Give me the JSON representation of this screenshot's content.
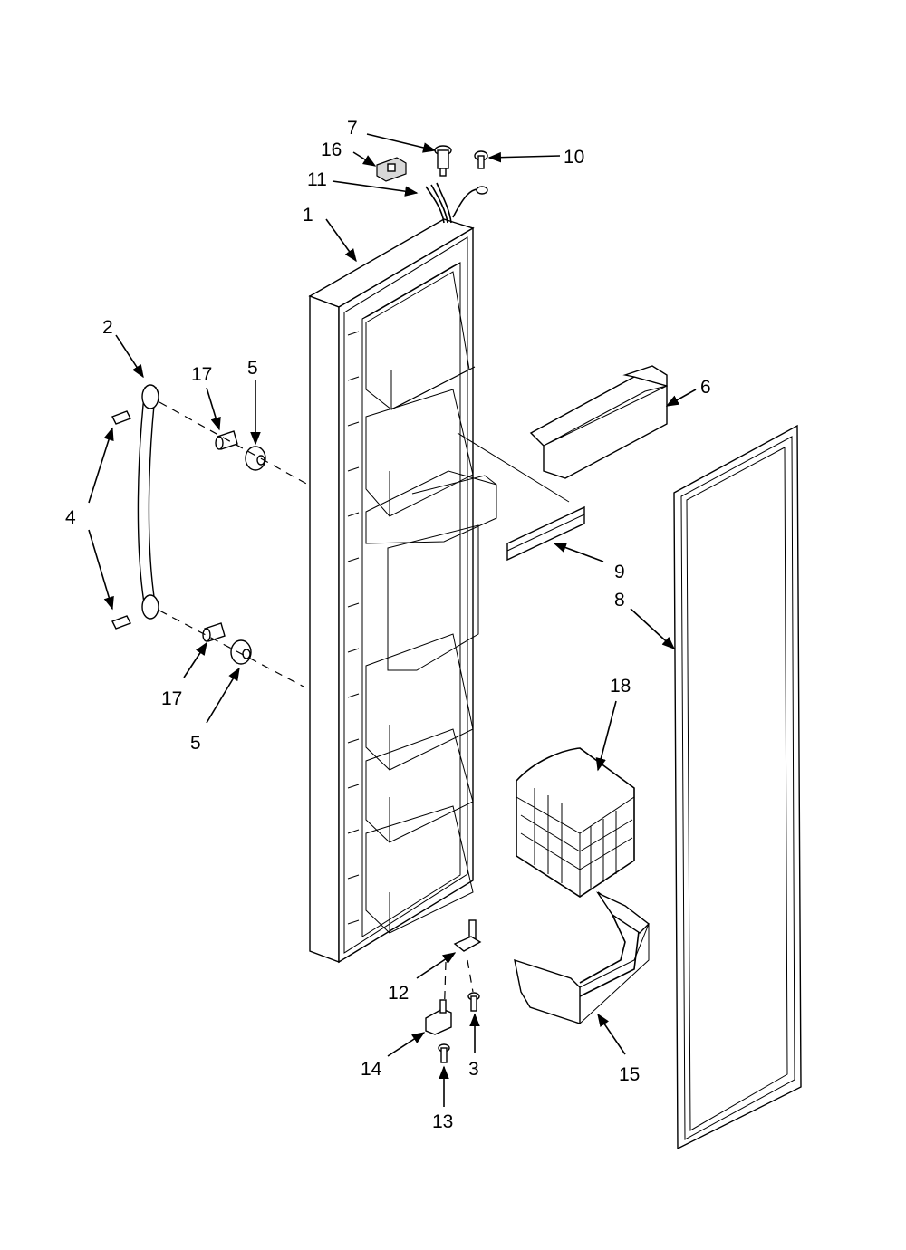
{
  "callouts": [
    {
      "id": "c1",
      "text": "1"
    },
    {
      "id": "c2",
      "text": "2"
    },
    {
      "id": "c3",
      "text": "3"
    },
    {
      "id": "c4",
      "text": "4"
    },
    {
      "id": "c5a",
      "text": "5"
    },
    {
      "id": "c5b",
      "text": "5"
    },
    {
      "id": "c6",
      "text": "6"
    },
    {
      "id": "c7",
      "text": "7"
    },
    {
      "id": "c8",
      "text": "8"
    },
    {
      "id": "c9",
      "text": "9"
    },
    {
      "id": "c10",
      "text": "10"
    },
    {
      "id": "c11",
      "text": "11"
    },
    {
      "id": "c12",
      "text": "12"
    },
    {
      "id": "c13",
      "text": "13"
    },
    {
      "id": "c14",
      "text": "14"
    },
    {
      "id": "c15",
      "text": "15"
    },
    {
      "id": "c16",
      "text": "16"
    },
    {
      "id": "c17a",
      "text": "17"
    },
    {
      "id": "c17b",
      "text": "17"
    },
    {
      "id": "c18",
      "text": "18"
    }
  ]
}
